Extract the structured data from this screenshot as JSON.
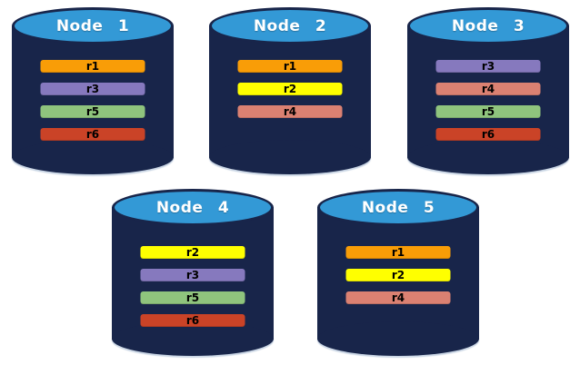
{
  "diagram": {
    "description": "Five database node cylinders holding replicated partitions r1-r6",
    "background_color": "#FFFFFF",
    "cylinder": {
      "body_color": "#18254A",
      "top_color": "#3399D6",
      "title_color": "#FFFFFF"
    },
    "bar_text_color": "#000000",
    "replica_colors": {
      "r1": "#F99D07",
      "r2": "#FFFF00",
      "r3": "#8679BE",
      "r4": "#DB8172",
      "r5": "#8FC47D",
      "r6": "#CA4327"
    },
    "nodes": [
      {
        "label": "Node 1",
        "replicas": [
          "r1",
          "r3",
          "r5",
          "r6"
        ]
      },
      {
        "label": "Node 2",
        "replicas": [
          "r1",
          "r2",
          "r4"
        ]
      },
      {
        "label": "Node 3",
        "replicas": [
          "r3",
          "r4",
          "r5",
          "r6"
        ]
      },
      {
        "label": "Node 4",
        "replicas": [
          "r2",
          "r3",
          "r5",
          "r6"
        ]
      },
      {
        "label": "Node 5",
        "replicas": [
          "r1",
          "r2",
          "r4"
        ]
      }
    ]
  }
}
